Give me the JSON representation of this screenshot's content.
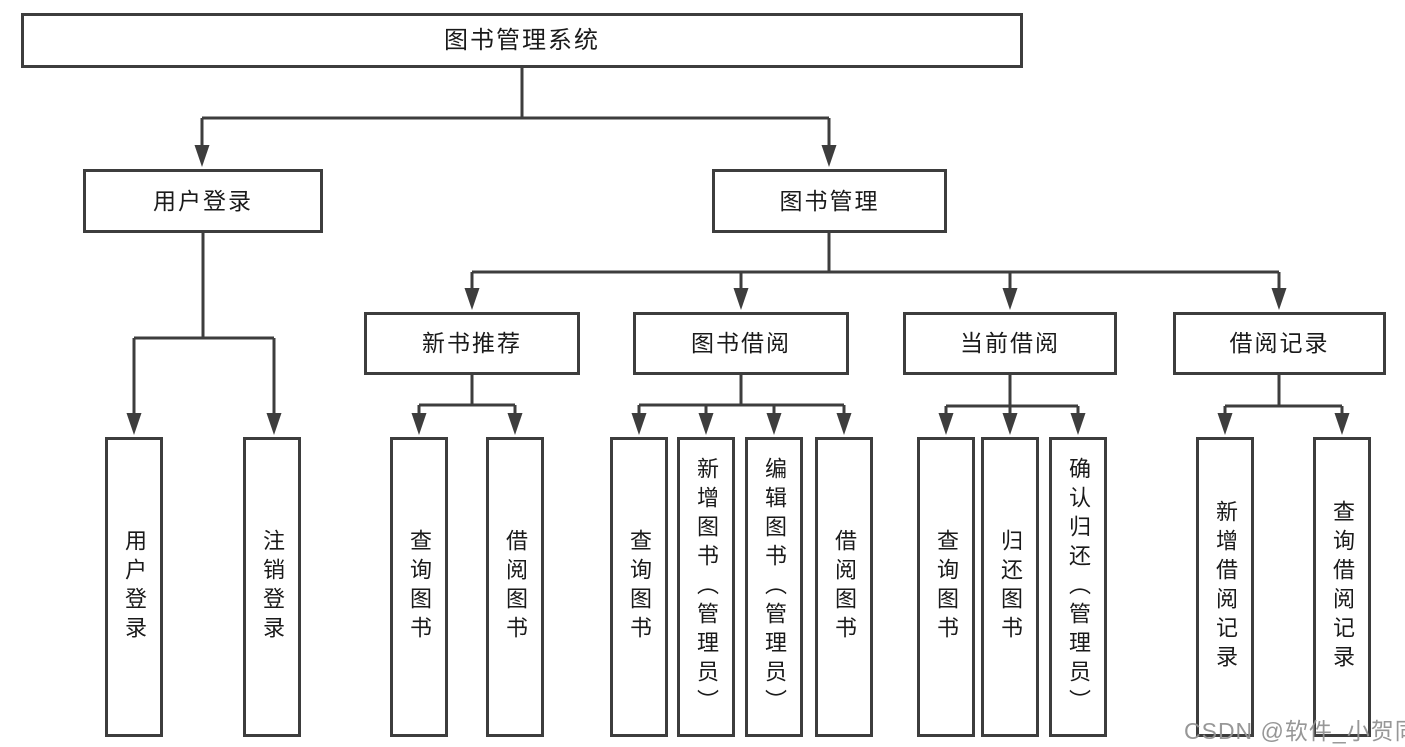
{
  "tree": {
    "label": "图书管理系统",
    "children": [
      {
        "label": "用户登录",
        "children": [
          {
            "label": "用户登录"
          },
          {
            "label": "注销登录"
          }
        ]
      },
      {
        "label": "图书管理",
        "children": [
          {
            "label": "新书推荐",
            "children": [
              {
                "label": "查询图书"
              },
              {
                "label": "借阅图书"
              }
            ]
          },
          {
            "label": "图书借阅",
            "children": [
              {
                "label": "查询图书"
              },
              {
                "label": "新增图书（管理员）"
              },
              {
                "label": "编辑图书（管理员）"
              },
              {
                "label": "借阅图书"
              }
            ]
          },
          {
            "label": "当前借阅",
            "children": [
              {
                "label": "查询图书"
              },
              {
                "label": "归还图书"
              },
              {
                "label": "确认归还（管理员）"
              }
            ]
          },
          {
            "label": "借阅记录",
            "children": [
              {
                "label": "新增借阅记录"
              },
              {
                "label": "查询借阅记录"
              }
            ]
          }
        ]
      }
    ]
  },
  "watermark": {
    "text": "CSDN @软件_小贺同学"
  },
  "colors": {
    "line": "#3d3d3d",
    "text": "#1a1a1a",
    "watermark": "#919191",
    "background": "#ffffff"
  }
}
